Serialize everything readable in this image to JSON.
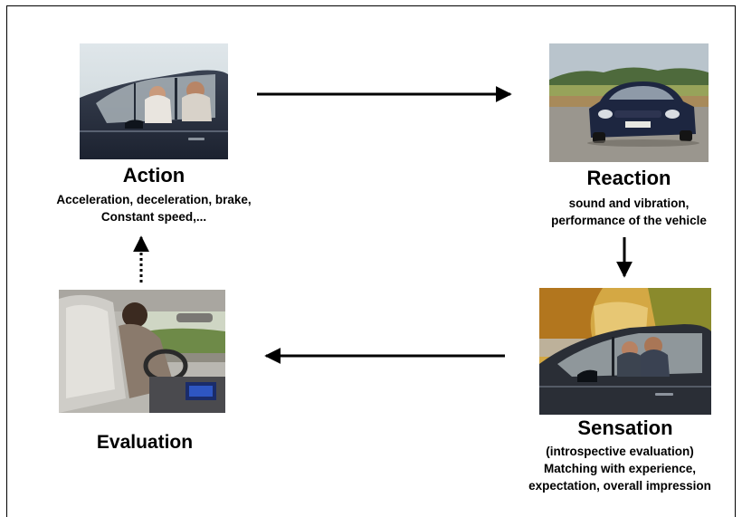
{
  "nodes": {
    "action": {
      "title": "Action",
      "lines": [
        "Acceleration, deceleration, brake,",
        "Constant speed,..."
      ]
    },
    "reaction": {
      "title": "Reaction",
      "lines": [
        "sound and vibration,",
        "performance of the vehicle"
      ]
    },
    "sensation": {
      "title": "Sensation",
      "lines": [
        "(introspective evaluation)",
        "Matching with experience,",
        "expectation, overall impression"
      ]
    },
    "evaluation": {
      "title": "Evaluation"
    }
  },
  "colors": {
    "text": "#000000",
    "arrow": "#000000",
    "border": "#000000"
  }
}
